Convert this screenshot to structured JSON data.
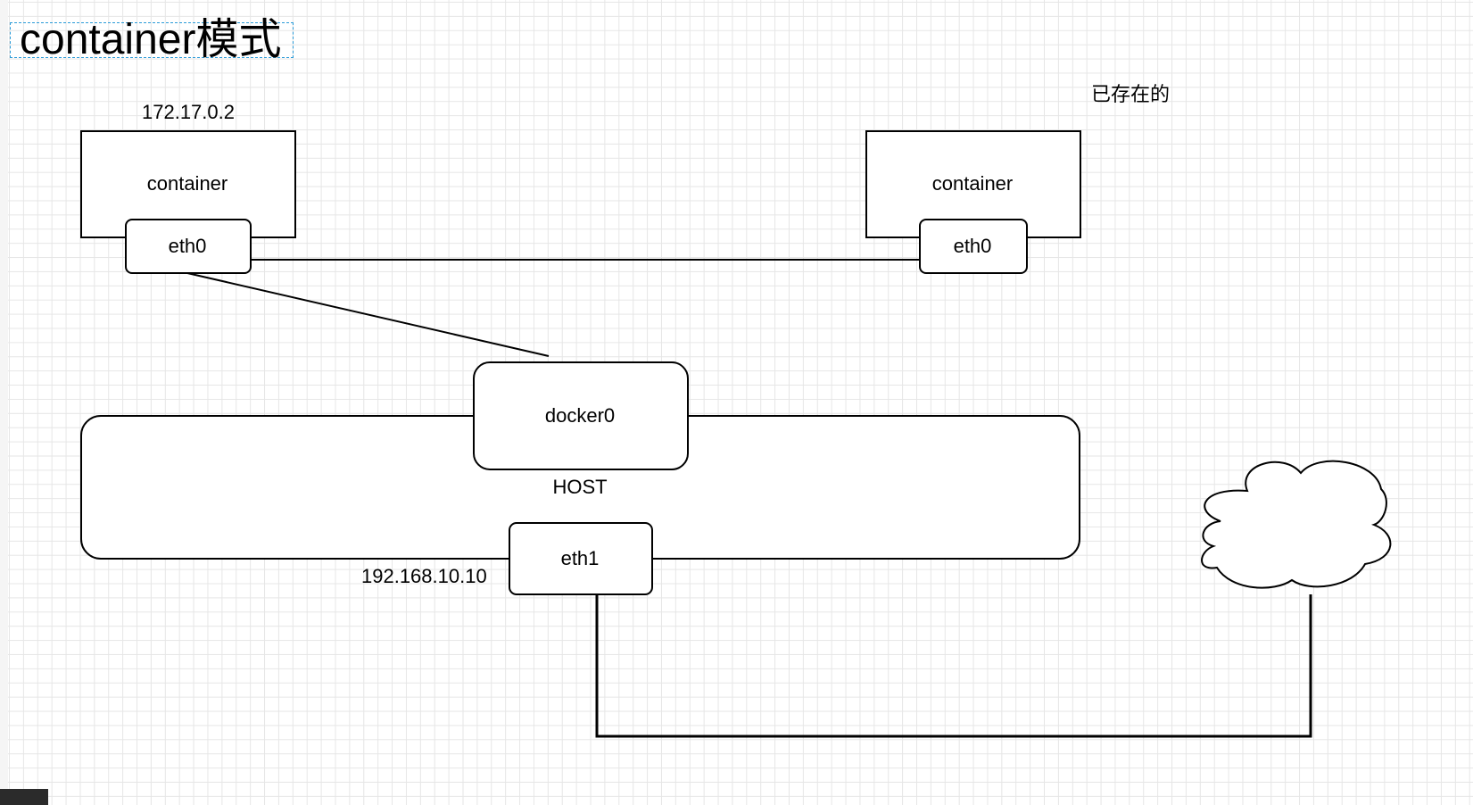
{
  "diagram": {
    "title": "container模式",
    "note": "已存在的",
    "nodes": {
      "container_left": {
        "label": "container",
        "ip": "172.17.0.2"
      },
      "eth0_left": {
        "label": "eth0"
      },
      "container_right": {
        "label": "container"
      },
      "eth0_right": {
        "label": "eth0"
      },
      "docker0": {
        "label": "docker0"
      },
      "host": {
        "label": "HOST"
      },
      "eth1": {
        "label": "eth1",
        "ip": "192.168.10.10"
      },
      "cloud": {
        "label": ""
      }
    },
    "colors": {
      "grid": "#e6e6e6",
      "selection": "#2b9bd8",
      "stroke": "#000000"
    }
  }
}
